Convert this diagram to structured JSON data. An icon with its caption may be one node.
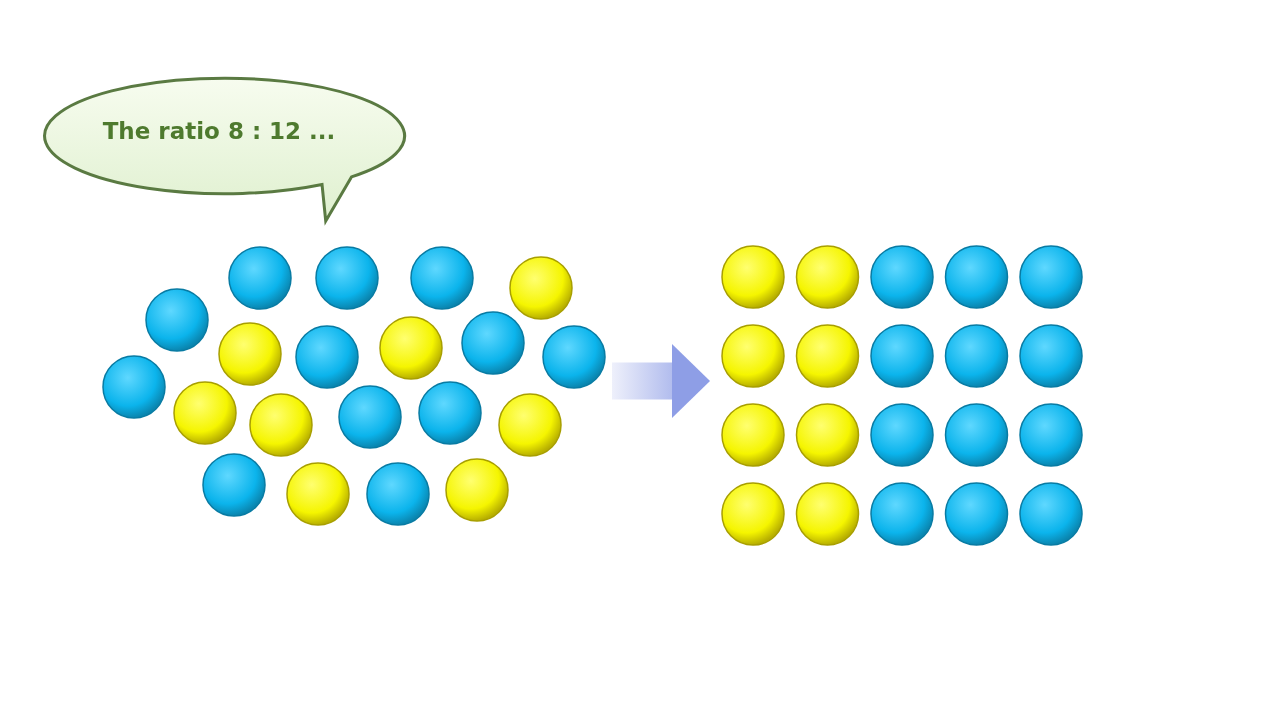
{
  "diagram": {
    "nodes": [
      {
        "text": [
          "The ratio 8 : 12 ..."
        ]
      },
      {
        "text": [],
        "shape": "picture"
      },
      {
        "text": [],
        "shape": "picture"
      }
    ],
    "edges": [
      {
        "from": 1,
        "to": 2,
        "arrow": "to"
      }
    ]
  }
}
